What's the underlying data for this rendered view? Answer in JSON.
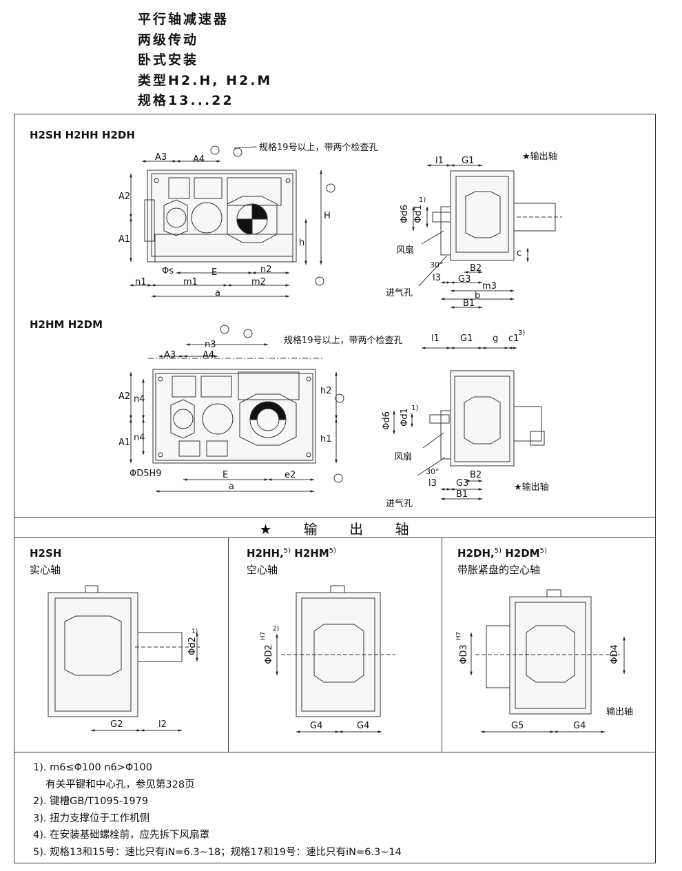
{
  "header": {
    "line1": "平行轴减速器",
    "line2": "两级传动",
    "line3": "卧式安装",
    "line4": "类型H2.H, H2.M",
    "line5": "规格13...22"
  },
  "section1": {
    "title": "H2SH H2HH H2DH",
    "note_inspection": "规格19号以上，带两个检查孔",
    "output_shaft": "★输出轴",
    "fan": "风扇",
    "air_inlet": "进气孔",
    "dims": {
      "A3": "A3",
      "A4": "A4",
      "A2": "A2",
      "A1": "A1",
      "H": "H",
      "h": "h",
      "s": "Φs",
      "n1": "n1",
      "m1": "m1",
      "E": "E",
      "n2": "n2",
      "m2": "m2",
      "a": "a",
      "l1": "l1",
      "G1": "G1",
      "d6": "Φd6",
      "d1": "Φd1",
      "sup1": "1)",
      "angle": "30°",
      "B2": "B2",
      "l3": "l3",
      "G3": "G3",
      "m3": "m3",
      "b": "b",
      "B1": "B1",
      "c": "c"
    }
  },
  "section2": {
    "title": "H2HM H2DM",
    "note_inspection": "规格19号以上，带两个检查孔",
    "output_shaft": "★输出轴",
    "fan": "风扇",
    "air_inlet": "进气孔",
    "dims": {
      "n3": "n3",
      "A3": "A3",
      "A4": "A4",
      "A2": "A2",
      "A1": "A1",
      "n4a": "n4",
      "n4b": "n4",
      "h2": "h2",
      "h1": "h1",
      "D5": "ΦD5H9",
      "E": "E",
      "e2": "e2",
      "a": "a",
      "l1": "l1",
      "G1": "G1",
      "g": "g",
      "c1": "c1",
      "sup3": "3)",
      "d6": "Φd6",
      "d1": "Φd1",
      "sup1": "1)",
      "angle": "30°",
      "B2": "B2",
      "l3": "l3",
      "G3": "G3",
      "B1": "B1"
    }
  },
  "output_shaft_header": {
    "star": "★",
    "text": "输 出 轴"
  },
  "panels": [
    {
      "code": "H2SH",
      "sup": "",
      "name": "实心轴",
      "dims": [
        "G2",
        "l2",
        "Φd2",
        "1)"
      ]
    },
    {
      "code": "H2HH,",
      "sup": "5)",
      "code2": "H2HM",
      "sup2": "5)",
      "name": "空心轴",
      "dims": [
        "G4",
        "G4",
        "ΦD2",
        "H7",
        "2)"
      ]
    },
    {
      "code": "H2DH,",
      "sup": "5)",
      "code2": "H2DM",
      "sup2": "5)",
      "name": "带胀紧盘的空心轴",
      "dims": [
        "G5",
        "G4",
        "ΦD3",
        "H7",
        "ΦD4",
        "输出轴"
      ]
    }
  ],
  "notes": [
    "1). m6≤Φ100  n6>Φ100",
    "    有关平键和中心孔，参见第328页",
    "2). 键槽GB/T1095-1979",
    "3). 扭力支撑位于工作机侧",
    "4). 在安装基础螺栓前，应先拆下风扇罩",
    "5). 规格13和15号：速比只有iN=6.3~18；规格17和19号：速比只有iN=6.3~14"
  ]
}
